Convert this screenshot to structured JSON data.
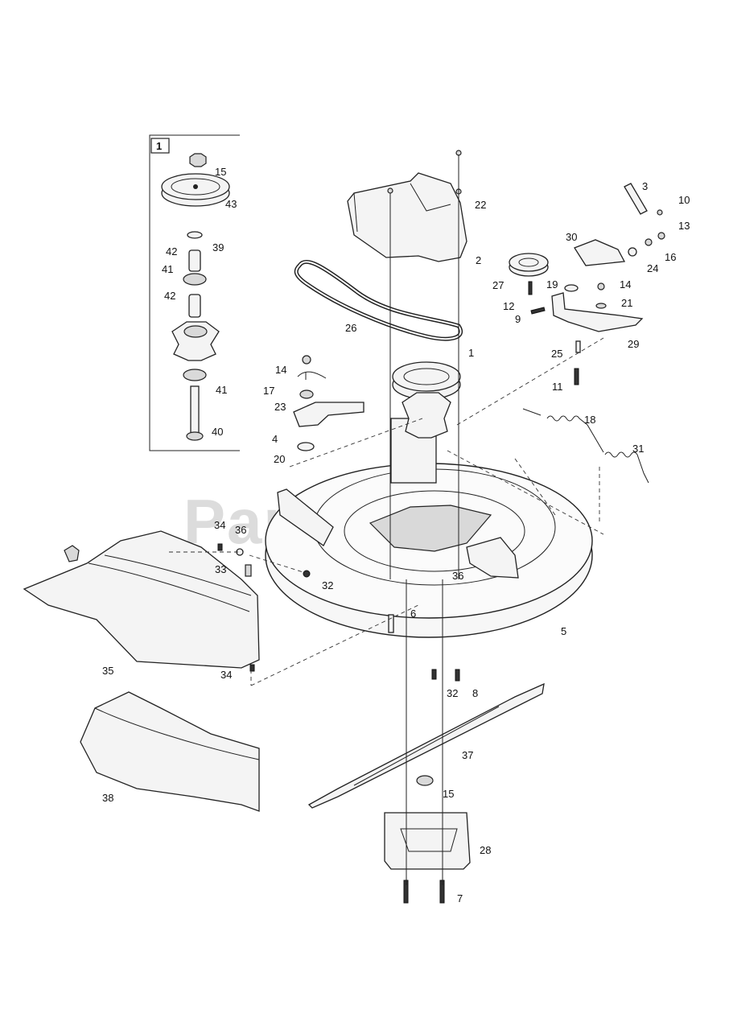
{
  "watermark": {
    "text": "PartsTree",
    "mark": "™"
  },
  "inset": {
    "id": "1"
  },
  "callouts": {
    "c1": "1",
    "c2": "2",
    "c3": "3",
    "c4": "4",
    "c5": "5",
    "c6": "6",
    "c7": "7",
    "c8": "8",
    "c9": "9",
    "c10": "10",
    "c11": "11",
    "c12": "12",
    "c13": "13",
    "c14a": "14",
    "c14b": "14",
    "c15a": "15",
    "c15b": "15",
    "c16": "16",
    "c17": "17",
    "c18": "18",
    "c19": "19",
    "c20": "20",
    "c21": "21",
    "c22": "22",
    "c23": "23",
    "c24": "24",
    "c25": "25",
    "c26": "26",
    "c27": "27",
    "c28": "28",
    "c29": "29",
    "c30": "30",
    "c31": "31",
    "c32a": "32",
    "c32b": "32",
    "c33": "33",
    "c34a": "34",
    "c34b": "34",
    "c35": "35",
    "c36a": "36",
    "c36b": "36",
    "c37": "37",
    "c38": "38",
    "c39": "39",
    "c40": "40",
    "c41a": "41",
    "c41b": "41",
    "c42a": "42",
    "c42b": "42",
    "c43": "43"
  }
}
